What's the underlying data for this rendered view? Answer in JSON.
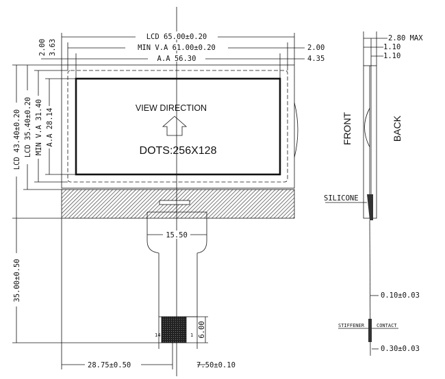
{
  "front": {
    "view_direction": "VIEW DIRECTION",
    "dots": "DOTS:256X128",
    "lcd_width": "LCD 65.00±0.20",
    "va_width": "MIN V.A 61.00±0.20",
    "aa_width": "A.A 56.30",
    "left_2_00": "2.00",
    "left_3_63": "3.63",
    "right_2_00": "2.00",
    "right_4_35": "4.35",
    "lcd_height": "LCD 43.40±0.20",
    "lcd_height2": "LCD 35.40±0.20",
    "va_height": "MIN V.A 31.40",
    "aa_height": "A.A 28.14",
    "fpc_width": "15.50",
    "fpc_length": "35.00±0.50",
    "pin_height": "6.00",
    "pin_left": "14",
    "pin_right": "1",
    "offset_x": "28.75±0.50",
    "contact_width": "7.50±0.10"
  },
  "side": {
    "max_thickness": "2.80  MAX",
    "t1": "1.10",
    "t2": "1.10",
    "front": "FRONT",
    "back": "BACK",
    "silicone": "SILICONE",
    "fpc_thickness": "0.10±0.03",
    "stiffener": "STIFFENER",
    "contact": "CONTACT",
    "stiffener_thickness": "0.30±0.03"
  }
}
